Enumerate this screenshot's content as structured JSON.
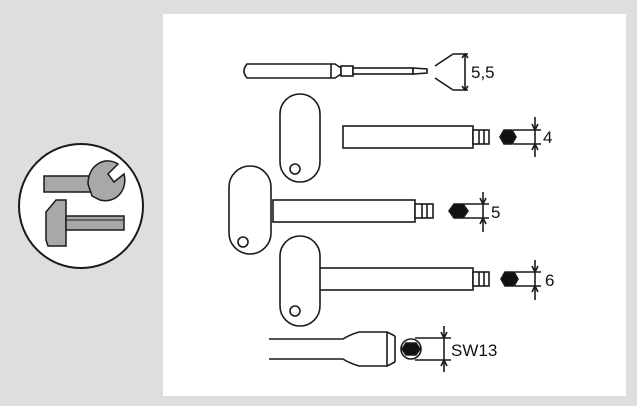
{
  "diagram": {
    "category_icon": "tools-icon",
    "tools": [
      {
        "name": "flat-screwdriver",
        "size_label": "5,5"
      },
      {
        "name": "hex-key-4",
        "size_label": "4"
      },
      {
        "name": "hex-key-5",
        "size_label": "5"
      },
      {
        "name": "hex-key-6",
        "size_label": "6"
      },
      {
        "name": "socket-wrench-sw13",
        "size_label": "SW13"
      }
    ]
  }
}
